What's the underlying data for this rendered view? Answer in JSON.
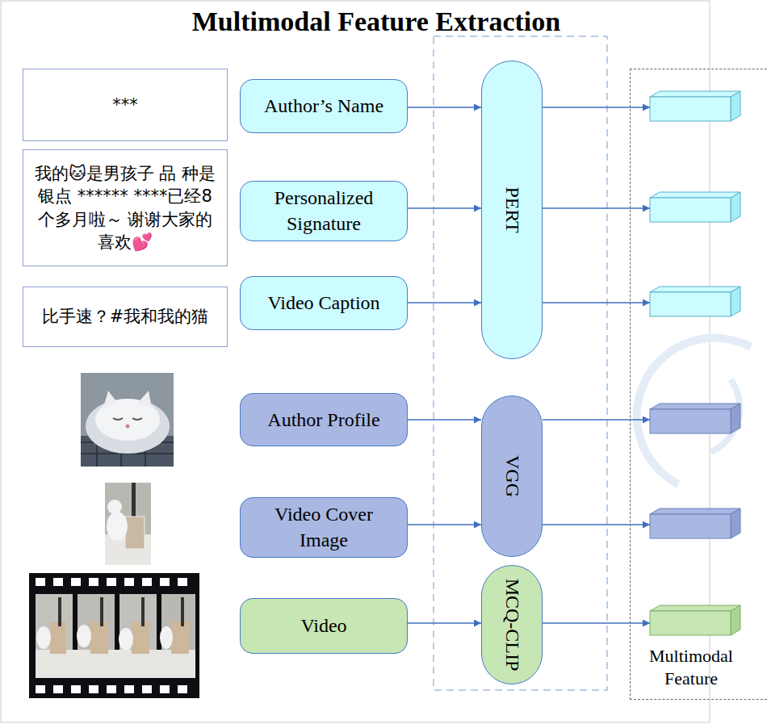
{
  "diagram": {
    "title": "Multimodal Feature Extraction",
    "nodes": [
      {
        "text": [
          "***"
        ]
      },
      {
        "text": [
          "我的🐱是男孩子 品 种是银点 ****** ****已经8个多月啦～ 谢谢大家的喜欢💕"
        ]
      },
      {
        "text": [
          "比手速？#我和我的猫"
        ]
      },
      {
        "text": [
          "Author’s Name"
        ]
      },
      {
        "text": [
          "Personalized Signature"
        ]
      },
      {
        "text": [
          "Video Caption"
        ]
      },
      {
        "text": [
          "Author Profile"
        ]
      },
      {
        "text": [
          "Video Cover Image"
        ]
      },
      {
        "text": [
          "Video"
        ]
      },
      {
        "text": [
          "PERT"
        ]
      },
      {
        "text": [
          "VGG"
        ]
      },
      {
        "text": [
          "MCQ-CLIP"
        ]
      },
      {
        "text": [
          "Multimodal Feature"
        ]
      }
    ],
    "edges": [
      {
        "from": 3,
        "to": 9,
        "arrow": "to"
      },
      {
        "from": 4,
        "to": 9,
        "arrow": "to"
      },
      {
        "from": 5,
        "to": 9,
        "arrow": "to"
      },
      {
        "from": 6,
        "to": 10,
        "arrow": "to"
      },
      {
        "from": 7,
        "to": 10,
        "arrow": "to"
      },
      {
        "from": 8,
        "to": 11,
        "arrow": "to"
      },
      {
        "from": 9,
        "to": 12,
        "arrow": "to"
      },
      {
        "from": 9,
        "to": 12,
        "arrow": "to"
      },
      {
        "from": 9,
        "to": 12,
        "arrow": "to"
      },
      {
        "from": 10,
        "to": 12,
        "arrow": "to"
      },
      {
        "from": 10,
        "to": 12,
        "arrow": "to"
      },
      {
        "from": 11,
        "to": 12,
        "arrow": "to"
      }
    ]
  }
}
